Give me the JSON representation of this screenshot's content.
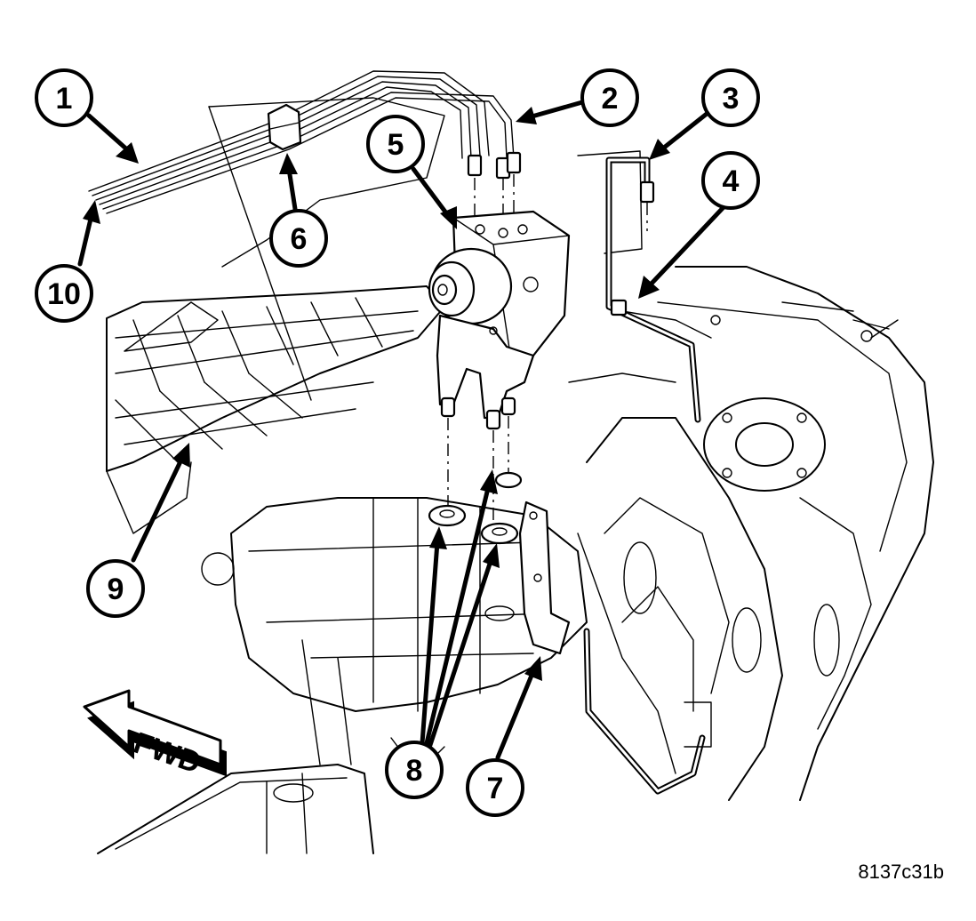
{
  "callouts": [
    {
      "id": "1",
      "label": "1"
    },
    {
      "id": "2",
      "label": "2"
    },
    {
      "id": "3",
      "label": "3"
    },
    {
      "id": "4",
      "label": "4"
    },
    {
      "id": "5",
      "label": "5"
    },
    {
      "id": "6",
      "label": "6"
    },
    {
      "id": "7",
      "label": "7"
    },
    {
      "id": "8",
      "label": "8"
    },
    {
      "id": "9",
      "label": "9"
    },
    {
      "id": "10",
      "label": "10"
    }
  ],
  "direction_label": "FWD",
  "figure_id": "8137c31b"
}
